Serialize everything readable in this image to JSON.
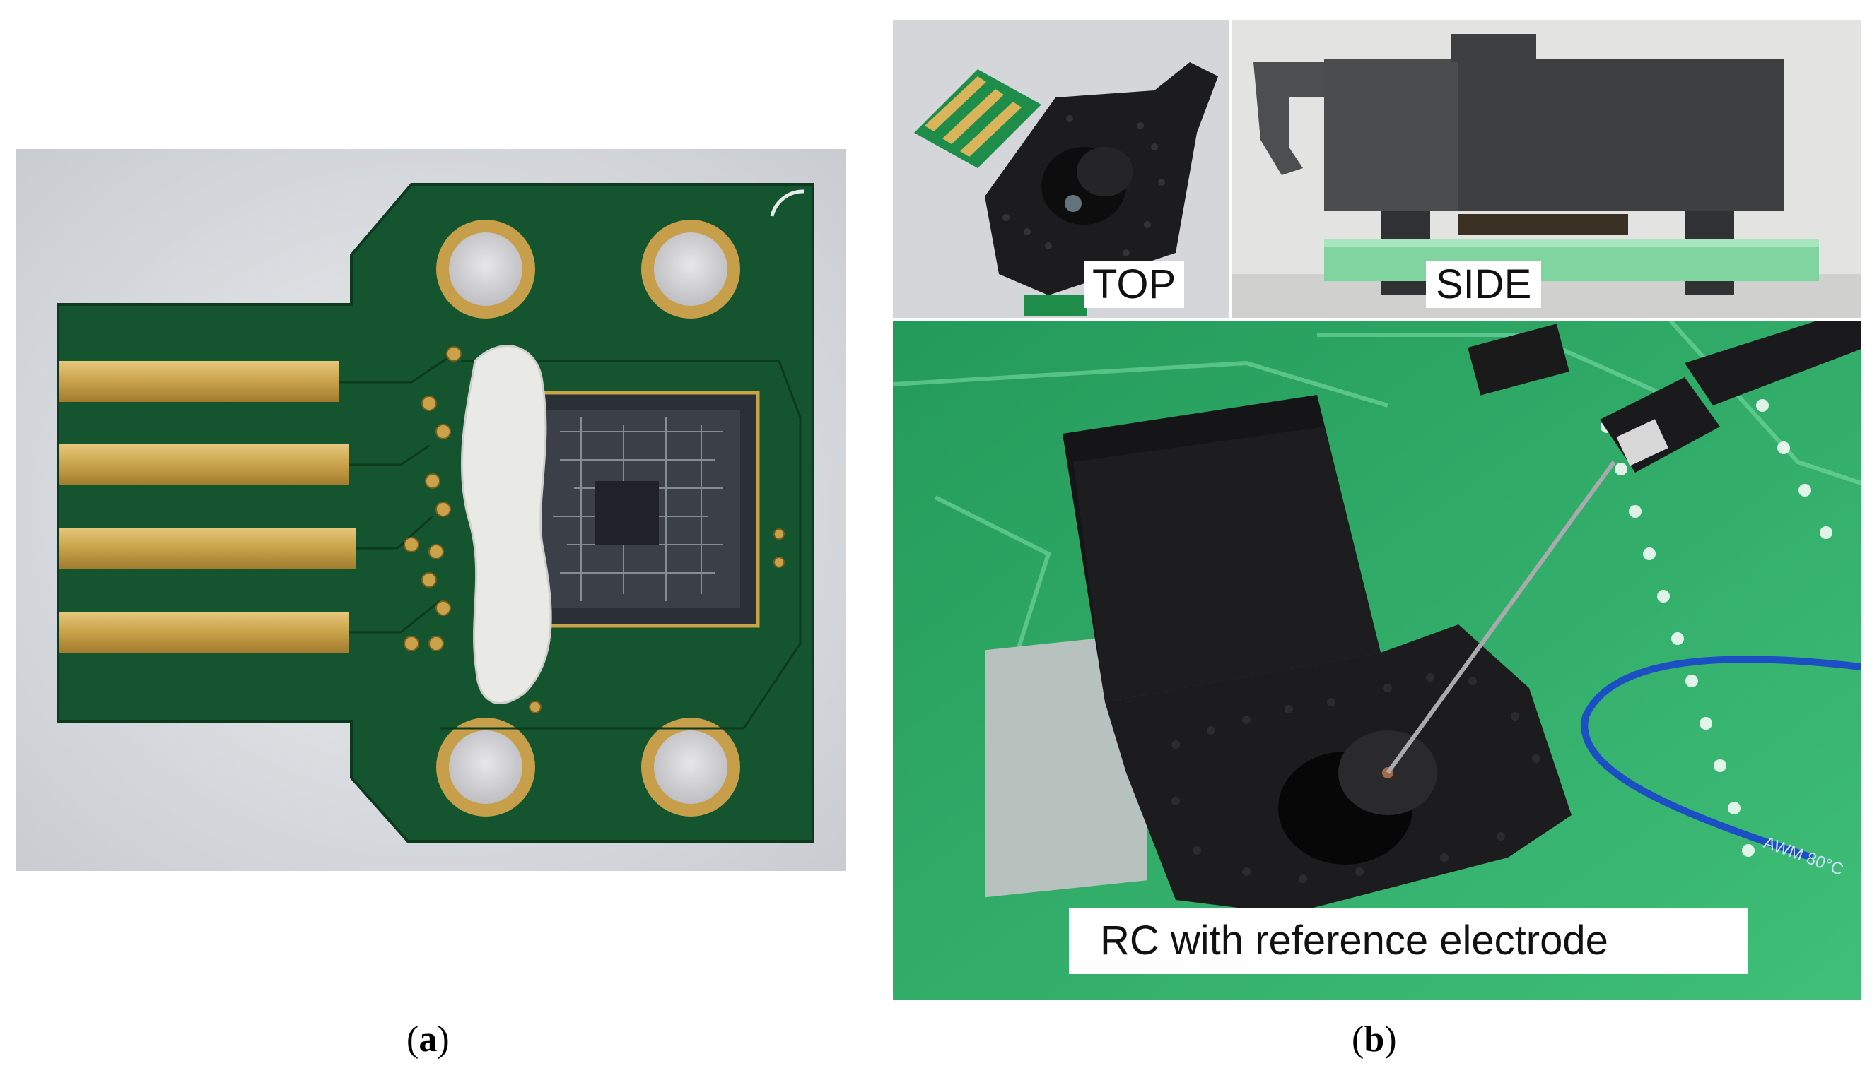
{
  "figure": {
    "panel_a": {
      "caption_letter": "a",
      "subject": "PCB with sensor chip and white encapsulant"
    },
    "panel_b": {
      "caption_letter": "b",
      "labels": {
        "top": "TOP",
        "side": "SIDE",
        "main": "RC with reference electrode"
      },
      "board_markings": [
        "AWM 80°C"
      ]
    }
  },
  "colors": {
    "pcb_green": "#13502c",
    "gold": "#c9a24a",
    "resin_black": "#1c1c1e",
    "light_green_board": "#2fae6a"
  }
}
